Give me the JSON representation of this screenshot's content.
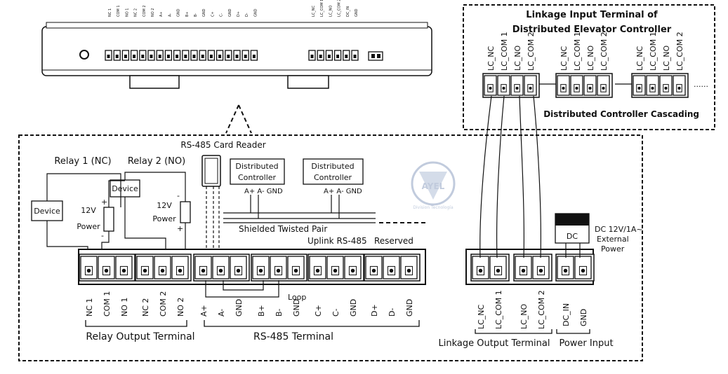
{
  "device_top": {
    "pin_labels": [
      "NC 1",
      "COM 1",
      "NO 1",
      "NC 2",
      "COM 2",
      "NO 2",
      "A+",
      "A-",
      "GND",
      "B+",
      "B-",
      "GND",
      "C+",
      "C-",
      "GND",
      "D+",
      "D-",
      "GND"
    ],
    "right_pin_labels": [
      "LC_NC",
      "LC_COM 1",
      "LC_NO",
      "LC_COM 2",
      "DC_IN",
      "GND"
    ]
  },
  "elevator_box": {
    "title_line1": "Linkage Input Terminal of",
    "title_line2": "Distributed Elevator Controller",
    "pin_labels": [
      "LC_NC",
      "LC_COM 1",
      "LC_NO",
      "LC_COM 2"
    ],
    "cascade_dots": "......",
    "cascade_label": "Distributed Controller Cascading"
  },
  "card_reader_label": "RS-485 Card Reader",
  "relay1_label": "Relay 1 (NC)",
  "relay2_label": "Relay 2 (NO)",
  "device_label": "Device",
  "power_label": "Power",
  "voltage_label": "12V",
  "plus": "+",
  "minus": "-",
  "dist_controller": {
    "line1": "Distributed",
    "line2": "Controller",
    "pins": "A+ A- GND"
  },
  "shielded_label": "Shielded Twisted Pair",
  "uplink_label": "Uplink RS-485",
  "reserved_label": "Reserved",
  "loop_label": "Loop",
  "bottom_pins": [
    "NC 1",
    "COM 1",
    "NO 1",
    "NC 2",
    "COM 2",
    "NO 2",
    "A+",
    "A-",
    "GND",
    "B+",
    "B-",
    "GND",
    "C+",
    "C-",
    "GND",
    "D+",
    "D-",
    "GND"
  ],
  "relay_output_label": "Relay Output Terminal",
  "rs485_terminal_label": "RS-485 Terminal",
  "linkage_pins": [
    "LC_NC",
    "LC_COM 1",
    "LC_NO",
    "LC_COM 2"
  ],
  "power_pins": [
    "DC_IN",
    "GND"
  ],
  "linkage_output_label": "Linkage Output Terminal",
  "power_input_label": "Power Input",
  "dc_label": "DC",
  "dc_spec_line1": "DC 12V/1A~",
  "dc_spec_line2": "External",
  "dc_spec_line3": "Power",
  "watermark_name": "AYEL",
  "watermark_sub": "Division Tecnología"
}
